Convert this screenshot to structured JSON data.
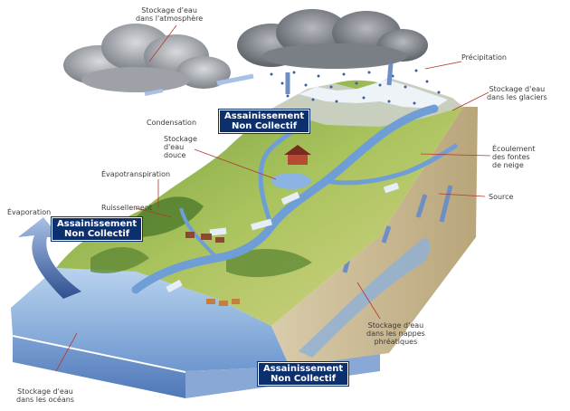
{
  "labels": {
    "stockage_atmosphere": [
      "Stockage d'eau",
      "dans l'atmosphère"
    ],
    "condensation": "Condensation",
    "precipitation": "Précipitation",
    "stockage_glaciers": [
      "Stockage d'eau",
      "dans les glaciers"
    ],
    "stockage_douce": [
      "Stockage",
      "d'eau",
      "douce"
    ],
    "ecoulement": [
      "Écoulement",
      "des fontes",
      "de neige"
    ],
    "evapotranspiration": "Évapotranspiration",
    "ruissellement": "Ruissellement",
    "source": "Source",
    "evaporation": "Évaporation",
    "stockage_nappes": [
      "Stockage d'eau",
      "dans les nappes",
      "phréatiques"
    ],
    "stockage_oceans": [
      "Stockage d'eau",
      "dans les océans"
    ]
  },
  "badges": [
    {
      "line1": "Assainissement",
      "line2": "Non Collectif"
    },
    {
      "line1": "Assainissement",
      "line2": "Non Collectif"
    },
    {
      "line1": "Assainissement",
      "line2": "Non Collectif"
    }
  ],
  "colors": {
    "badge_bg": "#0c2f6e",
    "arrow_blue": "#5b82c4",
    "water": "#7fa6d6",
    "land": "#9fb85a",
    "soil": "#c7b78c",
    "cloud": "#8b8f96"
  }
}
